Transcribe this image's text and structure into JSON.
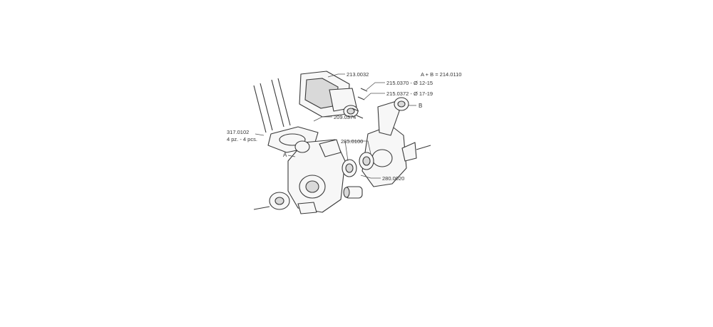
{
  "callouts": {
    "p213_0032": "213.0032",
    "p215_0370": "215.0370 - Ø 12-15",
    "p215_0372": "215.0372 - Ø 17-19",
    "p209_0374": "209.0374",
    "p317_0102": "317.0102",
    "p317_0102_qty": "4 pz. - 4 pcs.",
    "p285_0100": "285.0100",
    "p280_0020": "280.0020",
    "ab_note": "A + B = 214.0110",
    "letter_a": "A",
    "letter_b": "B"
  }
}
